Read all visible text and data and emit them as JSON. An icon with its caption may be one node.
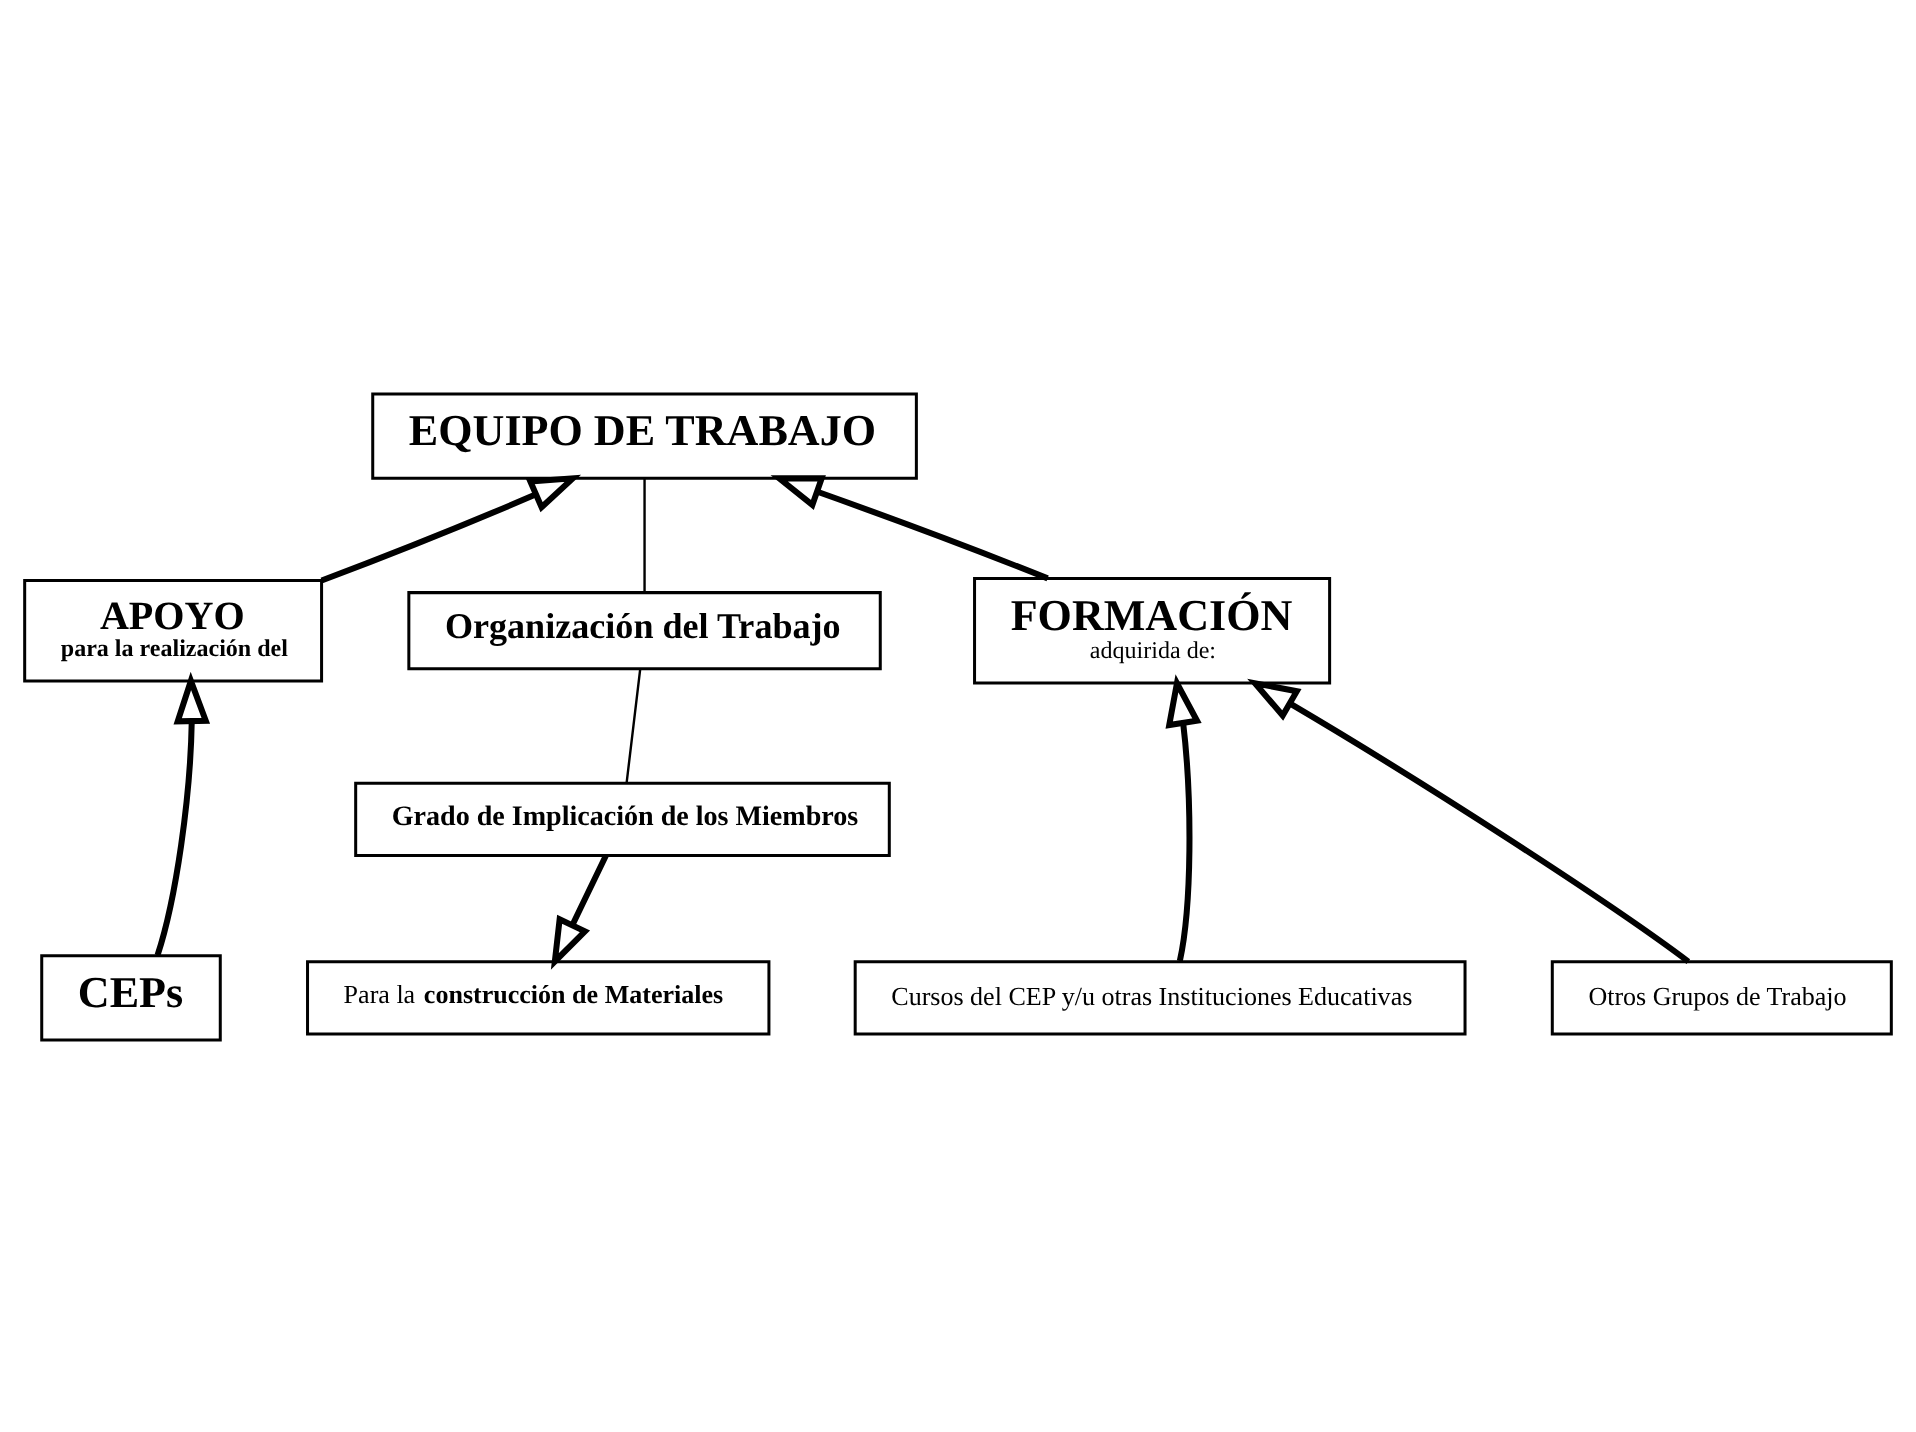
{
  "diagram": {
    "nodes": [
      {
        "text": [
          "EQUIPO DE TRABAJO"
        ]
      },
      {
        "text": [
          "Organización del Trabajo"
        ]
      },
      {
        "text": [
          "Grado de Implicación de los Miembros"
        ]
      },
      {
        "text": [
          "Para la **construcción de Materiales**"
        ]
      },
      {
        "text": [
          "APOYO",
          "para la realización del"
        ]
      },
      {
        "text": [
          "CEPs"
        ]
      },
      {
        "text": [
          "FORMACIÓN",
          "adquirida de:"
        ]
      },
      {
        "text": [
          "Cursos del CEP y/u otras Instituciones Educativas"
        ]
      },
      {
        "text": [
          "Otros Grupos de Trabajo"
        ]
      }
    ],
    "edges": [
      {
        "from": 0,
        "to": 1,
        "arrow": "none"
      },
      {
        "from": 1,
        "to": 2,
        "arrow": "none"
      },
      {
        "from": 2,
        "to": 3,
        "arrow": "to"
      },
      {
        "from": 4,
        "to": 0,
        "arrow": "to"
      },
      {
        "from": 6,
        "to": 0,
        "arrow": "to"
      },
      {
        "from": 5,
        "to": 4,
        "arrow": "to"
      },
      {
        "from": 7,
        "to": 6,
        "arrow": "to"
      },
      {
        "from": 8,
        "to": 6,
        "arrow": "to"
      }
    ]
  }
}
